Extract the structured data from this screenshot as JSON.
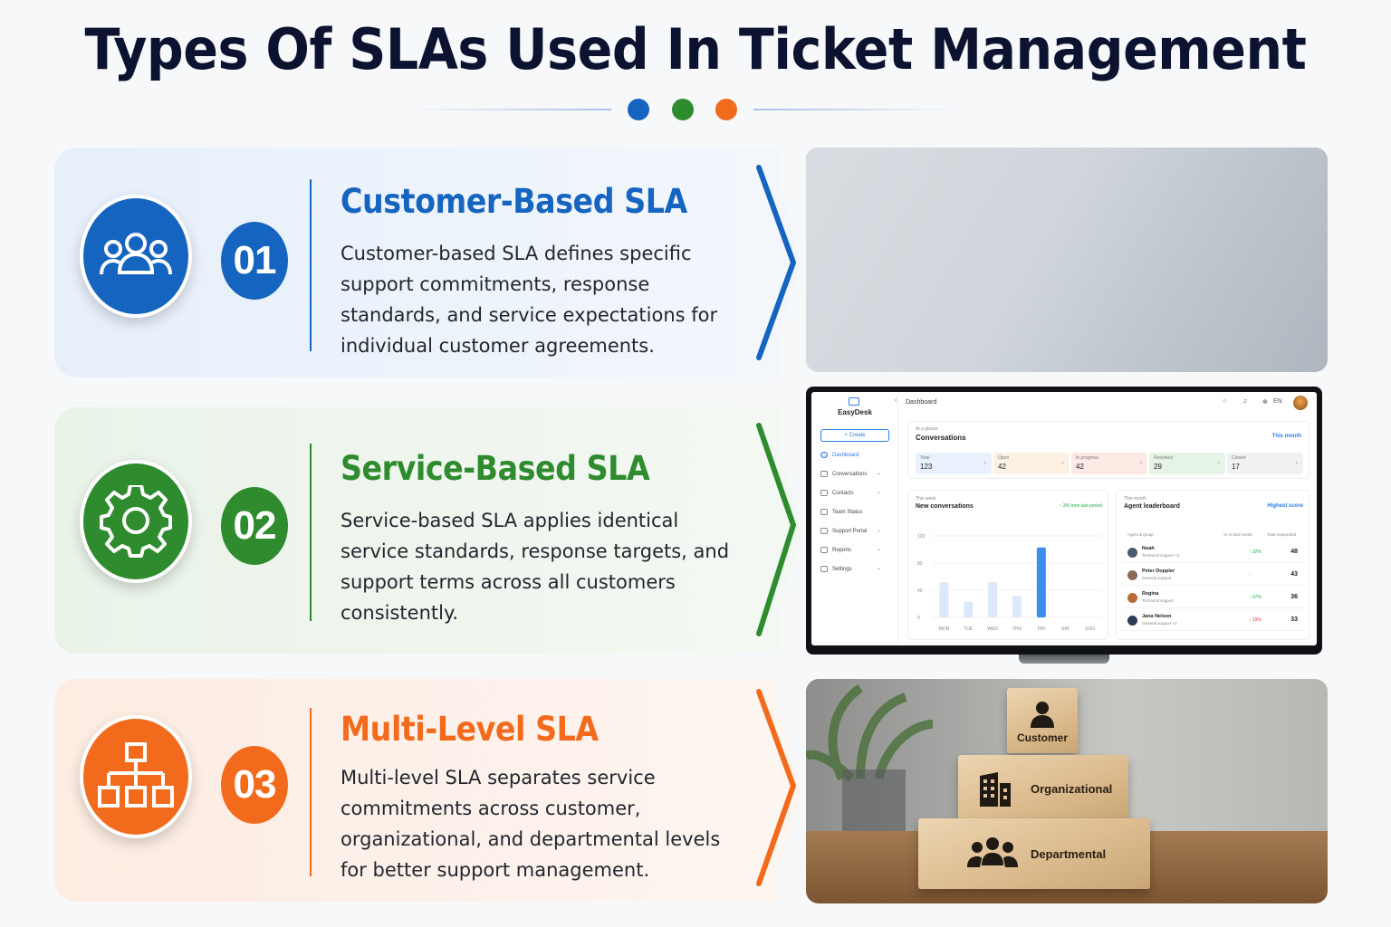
{
  "title": "Types Of SLAs Used In Ticket Management",
  "divider_dots": [
    "#1565c0",
    "#2e8b2e",
    "#f26b1d"
  ],
  "sections": [
    {
      "number": "01",
      "title": "Customer-Based SLA",
      "description": "Customer-based SLA defines specific support commitments, response standards, and service expectations for individual customer agreements.",
      "icon": "users-group-icon",
      "accent": "#1565c0",
      "card_bg": "#eaf1fb"
    },
    {
      "number": "02",
      "title": "Service-Based SLA",
      "description": "Service-based SLA applies identical service standards, response targets, and support terms across all customers consistently.",
      "icon": "gear-icon",
      "accent": "#2e8b2e",
      "card_bg": "#edf5ec"
    },
    {
      "number": "03",
      "title": "Multi-Level SLA",
      "description": "Multi-level SLA separates service commitments across customer, organizational, and departmental levels for better support management.",
      "icon": "hierarchy-icon",
      "accent": "#f26b1d",
      "card_bg": "#fdf0e8"
    }
  ],
  "dashboard": {
    "app_name": "EasyDesk",
    "breadcrumb": "Dashboard",
    "language": "EN",
    "create_label": "+ Create",
    "nav": [
      "Dashboard",
      "Conversations",
      "Contacts",
      "Team Status",
      "Support Portal",
      "Reports",
      "Settings"
    ],
    "glance_sub": "At a glance",
    "glance_title": "Conversations",
    "glance_range": "This month",
    "stats": [
      {
        "label": "Total",
        "value": "123",
        "color": "#e8f1fd"
      },
      {
        "label": "Open",
        "value": "42",
        "color": "#fdf1e4"
      },
      {
        "label": "In progress",
        "value": "42",
        "color": "#fde9e4"
      },
      {
        "label": "Resolved",
        "value": "29",
        "color": "#e6f4e6"
      },
      {
        "label": "Closed",
        "value": "17",
        "color": "#f0f1f3"
      }
    ],
    "chart_sub": "This week",
    "chart_title": "New conversations",
    "chart_delta": "↑ 3% from last period",
    "chart_data": {
      "type": "bar",
      "categories": [
        "MON",
        "TUE",
        "WED",
        "THU",
        "FRI",
        "SAT",
        "SUN"
      ],
      "values": [
        52,
        23,
        52,
        32,
        103,
        0,
        0
      ],
      "ylim": [
        0,
        120
      ],
      "yticks": [
        "120",
        "80",
        "40",
        "0"
      ],
      "highlight": "FRI"
    },
    "leader_sub": "This month",
    "leader_title": "Agent leaderboard",
    "leader_range": "Highest score",
    "leader_cols": [
      "Agent & group",
      "% vs last month",
      "Total responded"
    ],
    "leaders": [
      {
        "name": "Noah",
        "group": "Technical support +2",
        "pct": "↑ 32%",
        "dir": "up",
        "total": "48"
      },
      {
        "name": "Peter Doppler",
        "group": "General support",
        "pct": "-",
        "dir": "flat",
        "total": "43"
      },
      {
        "name": "Regina",
        "group": "Technical support",
        "pct": "↑ 07%",
        "dir": "up",
        "total": "36"
      },
      {
        "name": "Jana Nelson",
        "group": "General support +2",
        "pct": "↓ 19%",
        "dir": "down",
        "total": "33"
      }
    ]
  },
  "blocks": [
    {
      "label": "Customer",
      "icon": "person-icon"
    },
    {
      "label": "Organizational",
      "icon": "building-icon"
    },
    {
      "label": "Departmental",
      "icon": "users-group-icon"
    }
  ]
}
